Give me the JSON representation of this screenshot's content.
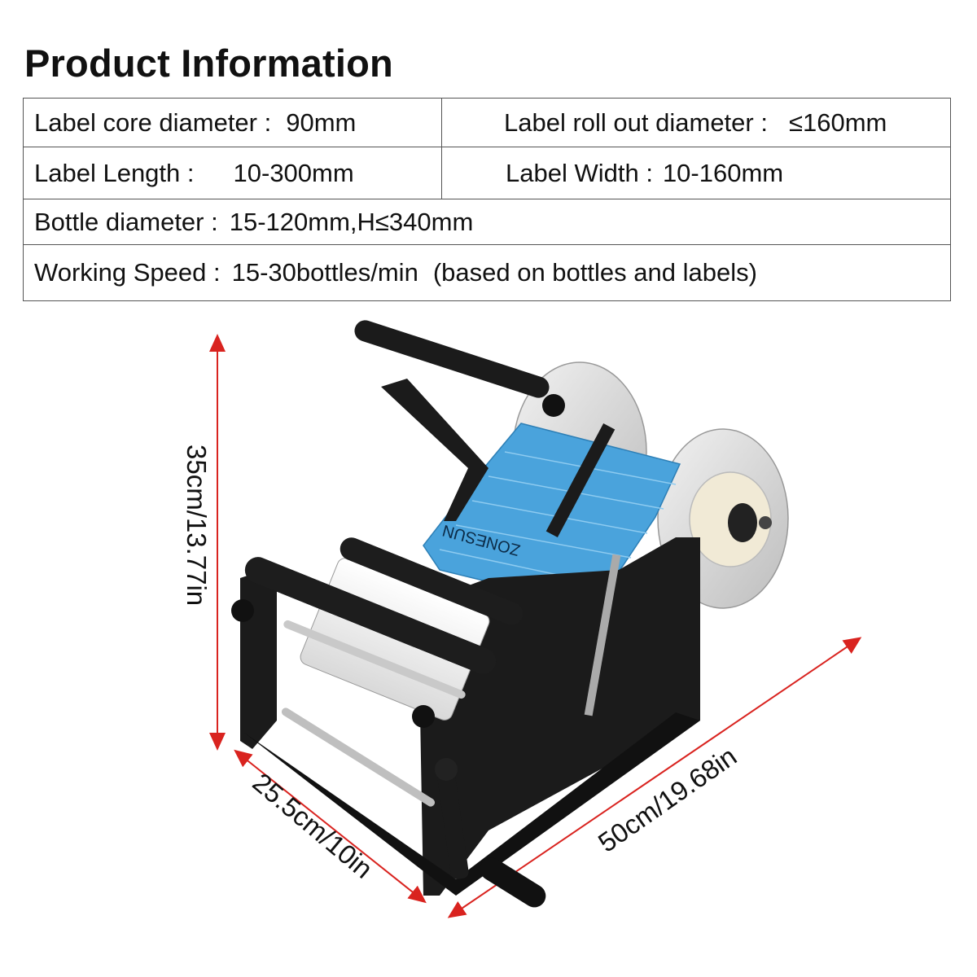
{
  "title": "Product Information",
  "specs": {
    "label_core_diameter": {
      "label": "Label core diameter :",
      "value": "90mm"
    },
    "label_roll_out_diameter": {
      "label": "Label roll out diameter :",
      "value": "≤160mm"
    },
    "label_length": {
      "label": "Label Length :",
      "value": "10-300mm"
    },
    "label_width": {
      "label": "Label Width :",
      "value": "10-160mm"
    },
    "bottle_diameter": {
      "label": "Bottle diameter :",
      "value": "15-120mm,H≤340mm"
    },
    "working_speed": {
      "label": "Working Speed :",
      "value": "15-30bottles/min",
      "note": "(based on bottles and labels)"
    }
  },
  "dimensions": {
    "height": "35cm/13.77in",
    "depth": "25.5cm/10in",
    "length": "50cm/19.68in"
  },
  "roll_brand": "ZONESUN",
  "colors": {
    "label_blue": "#4aa3dc",
    "frame_black": "#1b1b1b",
    "arrow_red": "#d9231f",
    "disc_silver": "#d8d8d8"
  }
}
